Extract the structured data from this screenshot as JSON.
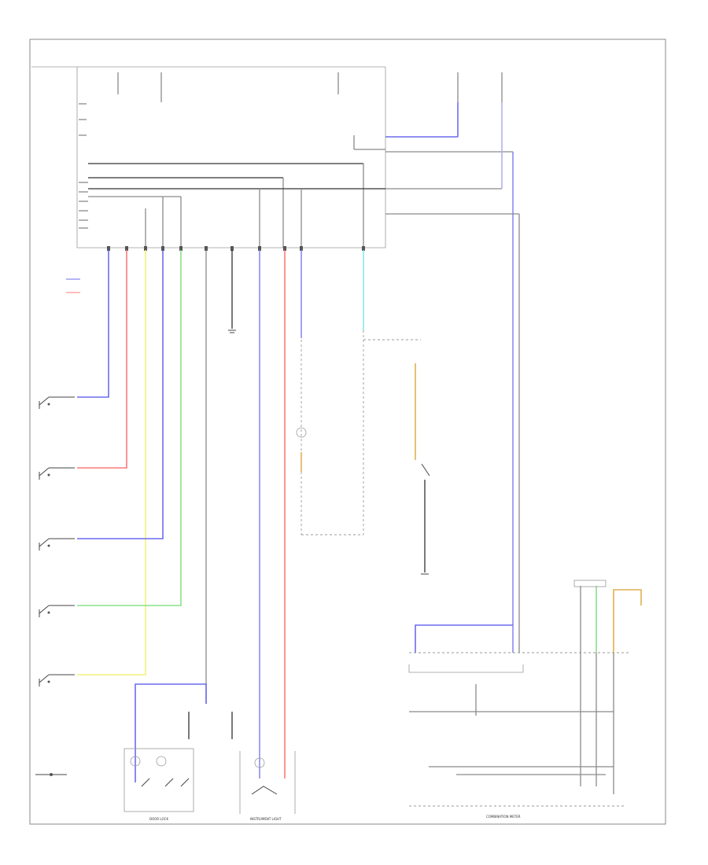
{
  "diagram": {
    "footer_code": "",
    "components": {
      "door_lock": "DOOR LOCK",
      "instrument_light": "INSTRUMENT LIGHT",
      "combination_meter": "COMBINATION METER"
    }
  },
  "colors": {
    "blue": "#6c6cf0",
    "red": "#ff7a7a",
    "yellow": "#f2f27a",
    "green": "#8ae08a",
    "cyan": "#8ae8e8",
    "orange": "#e0b050",
    "gray": "#8a8a8a"
  }
}
